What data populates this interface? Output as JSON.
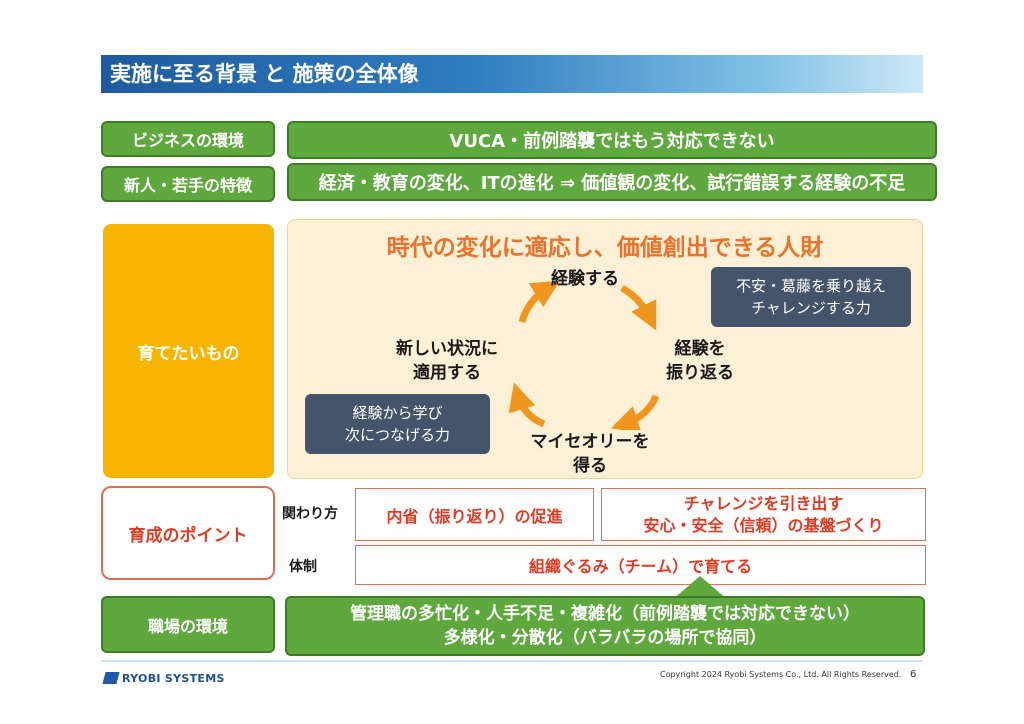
{
  "title": "実施に至る背景 と 施策の全体像",
  "rows": {
    "business_label": "ビジネスの環境",
    "business_text": "VUCA・前例踏襲ではもう対応できない",
    "newcomer_label": "新人・若手の特徴",
    "newcomer_text": "経済・教育の変化、ITの進化 ⇒ 価値観の変化、試行錯誤する経験の不足"
  },
  "grow": {
    "label": "育てたいもの",
    "headline": "時代の変化に適応し、価値創出できる人財",
    "cycle": {
      "top": "経験する",
      "right_l1": "経験を",
      "right_l2": "振り返る",
      "bottom_l1": "マイセオリーを",
      "bottom_l2": "得る",
      "left_l1": "新しい状況に",
      "left_l2": "適用する"
    },
    "note_right_l1": "不安・葛藤を乗り越え",
    "note_right_l2": "チャレンジする力",
    "note_left_l1": "経験から学び",
    "note_left_l2": "次につなげる力"
  },
  "points": {
    "label": "育成のポイント",
    "relation_label": "関わり方",
    "structure_label": "体制",
    "cell_a": "内省（振り返り）の促進",
    "cell_b_l1": "チャレンジを引き出す",
    "cell_b_l2": "安心・安全（信頼）の基盤づくり",
    "cell_c": "組織ぐるみ（チーム）で育てる"
  },
  "workplace": {
    "label": "職場の環境",
    "text_l1": "管理職の多忙化・人手不足・複雑化（前例踏襲では対応できない）",
    "text_l2": "多様化・分散化（バラバラの場所で協同）"
  },
  "footer": {
    "logo": "RYOBI SYSTEMS",
    "copyright": "Copyright 2024 Ryobi Systems Co., Ltd. All Rights Reserved.",
    "page": "6"
  },
  "colors": {
    "green": "#5fa83d",
    "yellow": "#f7b500",
    "orange_text": "#e9732c",
    "red_text": "#e23a22",
    "dark_note": "#44546a",
    "arrow": "#f0961e"
  }
}
